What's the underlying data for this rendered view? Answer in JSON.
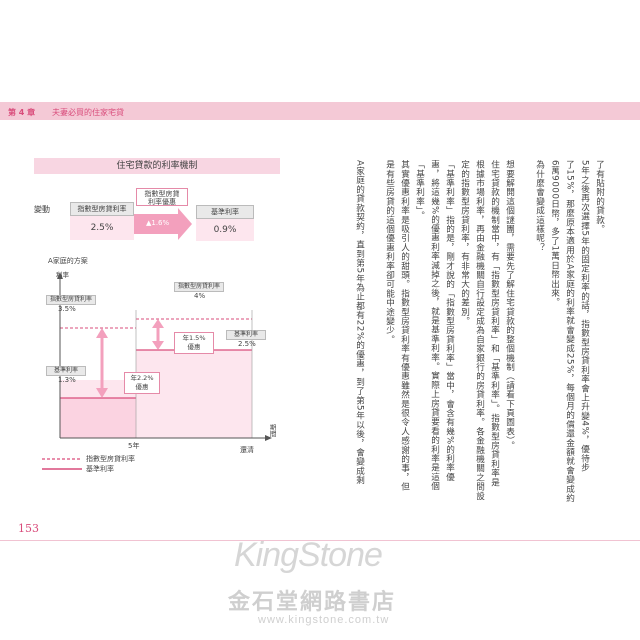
{
  "header": {
    "chapter": "第 4 章",
    "title": "夫妻必買的住家宅貸"
  },
  "page_number": "153",
  "diagram": {
    "title": "住宅貸款的利率機制",
    "change_label": "變動",
    "top_left_box": {
      "label": "指數型房貸利率",
      "value": "2.5%"
    },
    "callout_box": {
      "label_line1": "指數型房貸",
      "label_line2": "利率優惠"
    },
    "arrow_value": "▲1.6%",
    "top_right_box": {
      "label": "基準利率",
      "value": "0.9%"
    },
    "family_plan": "A家庭的方案",
    "rate_axis": "利率",
    "left_index_box": {
      "label": "指數型房貸利率",
      "value": "3.5%"
    },
    "right_index_box": {
      "label": "指數型房貸利率",
      "value": "4%"
    },
    "right_base_box": {
      "label": "基準利率",
      "value": "2.5%"
    },
    "left_base_box": {
      "label": "基準利率",
      "value": "1.3%"
    },
    "right_discount": {
      "line1": "年1.5%",
      "line2": "優惠"
    },
    "left_discount": {
      "line1": "年2.2%",
      "line2": "優惠"
    },
    "x_tick": "5年",
    "x_end": "還清",
    "x_axis_label": "期間",
    "legend": {
      "dashed": "指數型房貸利率",
      "solid": "基準利率"
    }
  },
  "body_columns": [
    "了有貼附的貸款。",
    "5年之後再次選擇5年的固定利率的話，指數型房貸利率會上升變4%，優待步",
    "了15%，那麼原本適用於A家庭的利率就會變成25%，每個月的償還金額就會變成約",
    "6萬9000日幣，多了1萬日幣出來。",
    "為什麼會變成這樣呢？",
    "",
    "想要解開這個謎團，需要先了解住宅貸款的整個機制（請看下頁圖表）。",
    "住宅貸款的機制當中，有「指數型房貸利率」和「基準利率」。指數型房貸利率是",
    "根據市場利率，再由金融機關自行設定成為自家銀行的房貸利率。各金融機關之間設",
    "定的指數型房貸利率，有非常大的差別。",
    "「基準利率」指的是，剛才說的「指數型房貸利率」當中，會含有幾%的利率優",
    "惠，將這幾%的優惠利率減掉之後，就是基準利率。實際上房貸要看的利率是這個",
    "「基準利率」。",
    "其實優惠利率是吸引人的甜頭。指數型房貸利率有優惠雖然是很令人感謝的事，但",
    "是有些房貸的這個優惠利率卻可能中途變少。",
    "",
    "A家庭的貸款契約，直到第5年為止都有22%的優惠，到了第5年以後，會變成剩"
  ],
  "watermark": {
    "logo": "KingStone",
    "name": "金石堂網路書店",
    "url": "www.kingstone.com.tw"
  },
  "colors": {
    "accent_pink": "#d94c7b",
    "light_pink": "#f8d6e2",
    "fill_pink": "#fde6ee",
    "arrow_pink": "#f3a0bd"
  }
}
